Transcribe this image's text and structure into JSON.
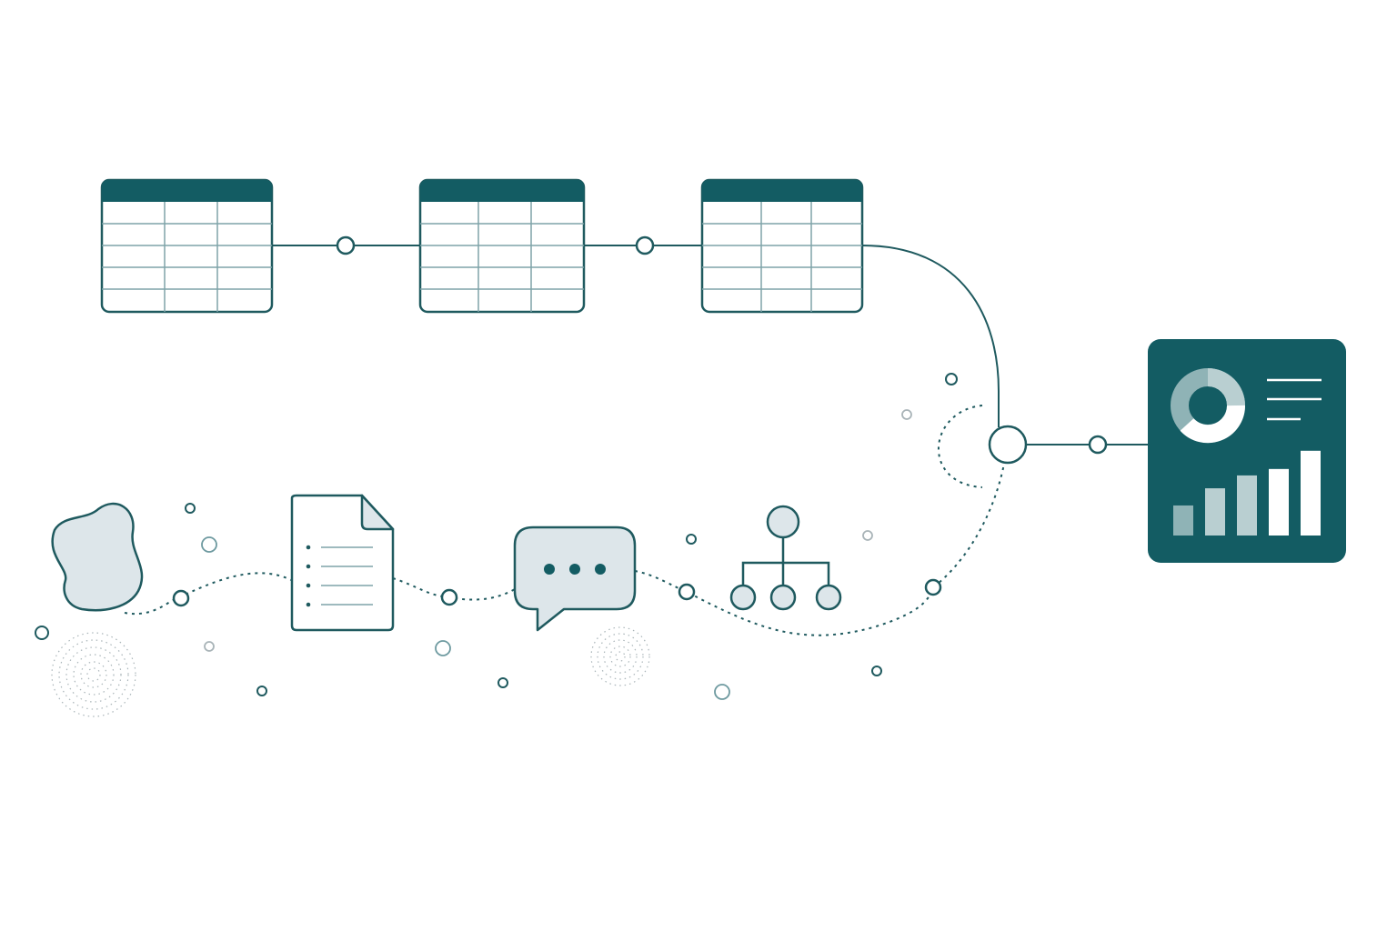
{
  "colors": {
    "primary": "#135c63",
    "stroke": "#1f5a5f",
    "muted_fill": "#dde6ea",
    "grid_line": "#7fa3a8",
    "dot_gray": "#a9b4b8",
    "dot_teal": "#6e9aa0",
    "background": "#ffffff",
    "white": "#ffffff",
    "chart_muted": "#8fb3b6",
    "chart_light": "#b9cfd1"
  },
  "structured_sources": [
    {
      "name": "table-source-1",
      "icon": "table-icon"
    },
    {
      "name": "table-source-2",
      "icon": "table-icon"
    },
    {
      "name": "table-source-3",
      "icon": "table-icon"
    }
  ],
  "unstructured_sources": [
    {
      "name": "blob-source",
      "icon": "blob-icon"
    },
    {
      "name": "document-source",
      "icon": "document-icon"
    },
    {
      "name": "chat-source",
      "icon": "chat-bubble-icon"
    },
    {
      "name": "hierarchy-source",
      "icon": "hierarchy-icon"
    }
  ],
  "merge_node": {
    "icon": "merge-node-icon"
  },
  "dashboard": {
    "icon": "dashboard-icon",
    "donut_icon": "donut-chart-icon",
    "bar_icon": "bar-chart-icon",
    "bar_levels": [
      0.28,
      0.44,
      0.56,
      0.62,
      0.79
    ]
  }
}
